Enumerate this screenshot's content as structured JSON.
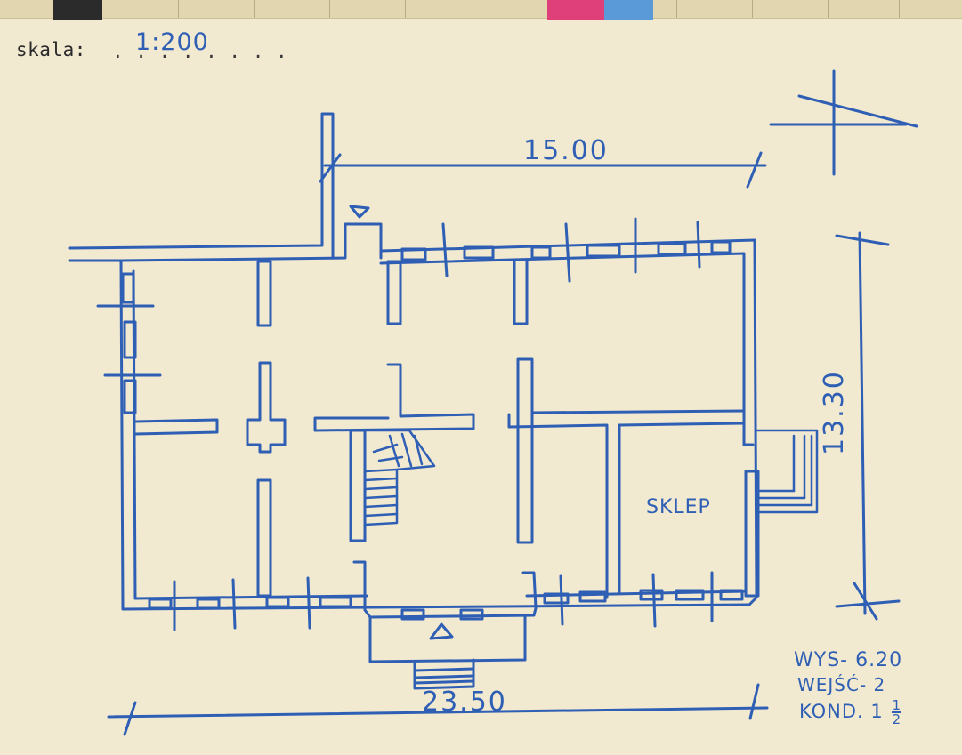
{
  "header": {
    "scale_label": "skala:",
    "scale_value": "1:200",
    "scale_dots": ". . . . . . . ."
  },
  "plan": {
    "dim_top": "15.00",
    "dim_bottom": "23.50",
    "dim_right": "13.30",
    "room_label": "SKLEP"
  },
  "notes": {
    "height": "WYS- 6.20",
    "entrances": "WEJŚĆ- 2",
    "storeys_prefix": "KOND. 1",
    "storeys_fraction_num": "1",
    "storeys_fraction_den": "2"
  },
  "colors": {
    "ink": "#2f5fb5",
    "paper": "#f1e9d0",
    "tab_pink": "#e0407a",
    "tab_blue": "#5b9ad8",
    "tab_black": "#2b2b2b"
  }
}
